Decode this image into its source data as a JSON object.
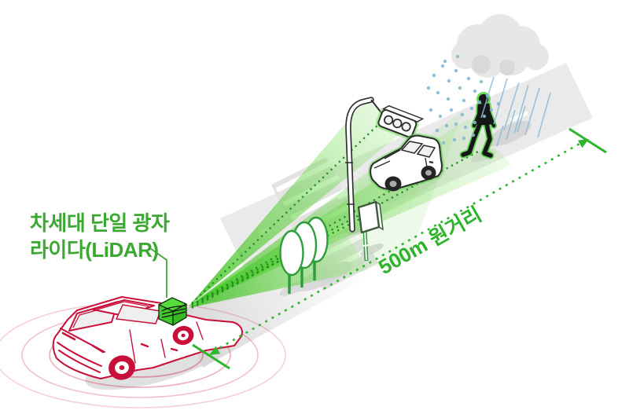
{
  "diagram": {
    "label_line1": "차세대 단일 광자",
    "label_line2": "라이다(LiDAR)",
    "distance_label": "500m 원거리",
    "colors": {
      "lidar_beam_green": "#3FC71D",
      "measure_line_green": "#2DB52D",
      "label_text_green": "#3BA832",
      "detection_ray_green": "#1F8E1F",
      "ego_car_red": "#C9103A",
      "rain_blue": "#85B9D4",
      "road_gray": "#EAEAEA",
      "cloud_gray": "#E7E7E7",
      "outline_dark": "#2C2C2C"
    },
    "elements": [
      "ego-car-icon",
      "lidar-sensor-icon",
      "lidar-beam",
      "detection-ray",
      "radar-rings",
      "road",
      "crosswalk",
      "traffic-light-icon",
      "detected-car-icon",
      "pedestrian-icon",
      "tree-icon",
      "road-sign-icon",
      "rain-cloud-icon",
      "rain",
      "distance-measurement"
    ]
  }
}
